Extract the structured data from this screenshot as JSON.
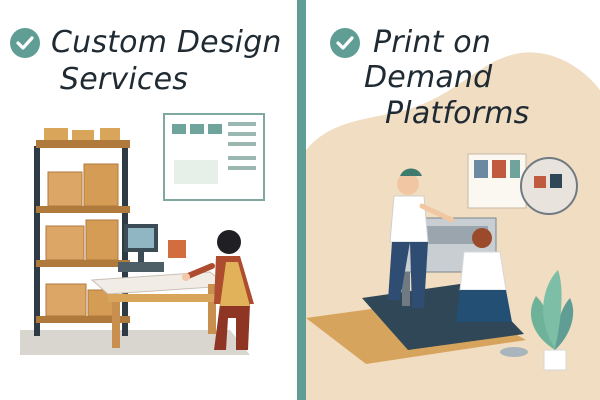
{
  "colors": {
    "accent": "#5f9d95",
    "heading_text": "#1f2a33",
    "warm_background": "#f1ddc1"
  },
  "left_panel": {
    "title_line_1": "Custom Design",
    "title_line_2": "Services",
    "check_icon": "checkmark-circle-icon"
  },
  "right_panel": {
    "title_line_1": "Print on",
    "title_line_2": "Demand",
    "title_line_3": "Platforms",
    "check_icon": "checkmark-circle-icon"
  }
}
